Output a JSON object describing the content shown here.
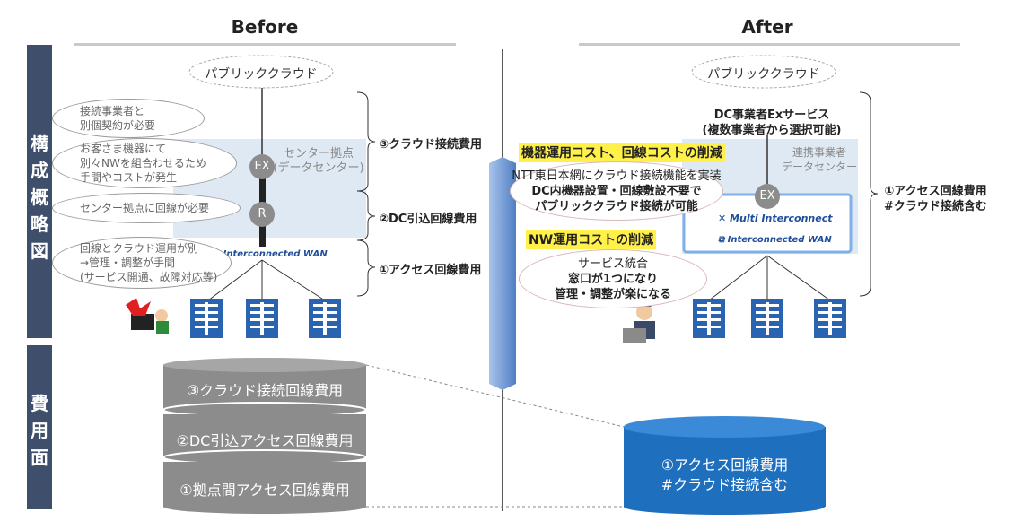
{
  "headers": {
    "before": "Before",
    "after": "After"
  },
  "sidebar": {
    "top": [
      "構",
      "成",
      "概",
      "略",
      "図"
    ],
    "bottom": [
      "費",
      "用",
      "面"
    ]
  },
  "before": {
    "cloud": "パブリッククラウド",
    "center_label": [
      "センター拠点",
      "(データセンター)"
    ],
    "node_ex": "EX",
    "node_r": "R",
    "wan_label": "Interconnected WAN",
    "bubbles": [
      [
        "接続事業者と",
        "別個契約が必要"
      ],
      [
        "お客さま機器にて",
        "別々NWを組合わせるため",
        "手間やコストが発生"
      ],
      [
        "センター拠点に回線が必要"
      ],
      [
        "回線とクラウド運用が別",
        "→管理・調整が手間",
        "(サービス開通、故障対応等)"
      ]
    ],
    "brackets": [
      "③クラウド接続費用",
      "②DC引込回線費用",
      "①アクセス回線費用"
    ]
  },
  "middle": {
    "highlight1": "機器運用コスト、回線コストの削減",
    "bubble1": [
      "NTT東日本網にクラウド接続機能を実装",
      "DC内機器設置・回線敷設不要で",
      "パブリッククラウド接続が可能"
    ],
    "highlight2": "NW運用コストの削減",
    "bubble2": [
      "サービス統合",
      "窓口が1つになり",
      "管理・調整が楽になる"
    ]
  },
  "after": {
    "cloud": "パブリッククラウド",
    "dc_title": [
      "DC事業者Exサービス",
      "(複数事業者から選択可能)"
    ],
    "partner_label": [
      "連携事業者",
      "データセンター"
    ],
    "node_ex": "EX",
    "mi_label": "Multi Interconnect",
    "wan_label": "Interconnected WAN",
    "bracket": [
      "①アクセス回線費用",
      "#クラウド接続含む"
    ]
  },
  "costs": {
    "before": [
      "③クラウド接続回線費用",
      "②DC引込アクセス回線費用",
      "①拠点間アクセス回線費用"
    ],
    "after": [
      "①アクセス回線費用",
      "#クラウド接続含む"
    ]
  },
  "colors": {
    "sidebar": "#3f4f6b",
    "disk_gray": "#8c8c8c",
    "disk_blue": "#1f6fbf",
    "highlight": "#fff04a",
    "building": "#2a63b0"
  }
}
